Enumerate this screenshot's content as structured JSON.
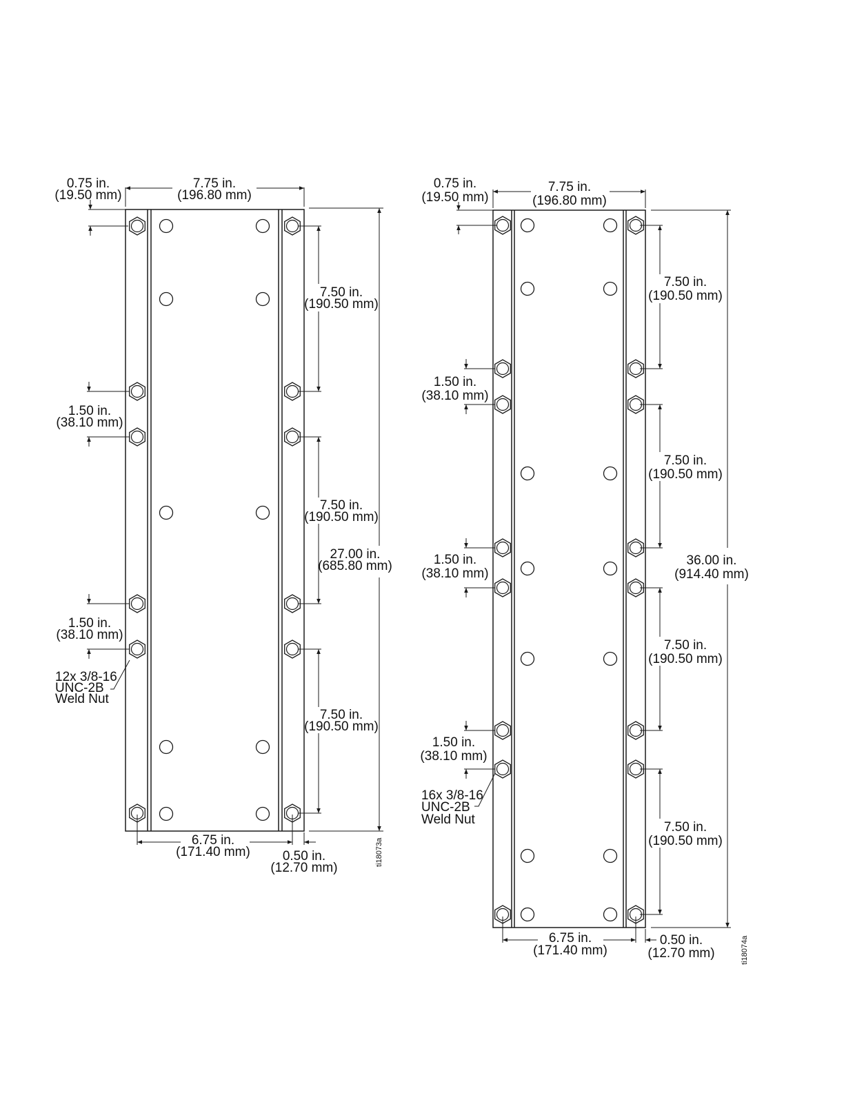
{
  "colors": {
    "ink": "#1a1a1a",
    "background": "#ffffff"
  },
  "figures": [
    {
      "id": "ti18073a",
      "figure_id": "ti18073a",
      "width": {
        "in": "7.75 in.",
        "mm": "(196.80 mm)"
      },
      "edge": {
        "in": "0.75 in.",
        "mm": "(19.50 mm)"
      },
      "height": {
        "in": "27.00 in.",
        "mm": "(685.80 mm)"
      },
      "spacing": [
        {
          "in": "7.50 in.",
          "mm": "(190.50 mm)"
        },
        {
          "in": "7.50 in.",
          "mm": "(190.50 mm)"
        },
        {
          "in": "7.50 in.",
          "mm": "(190.50 mm)"
        }
      ],
      "gaps": [
        {
          "in": "1.50 in.",
          "mm": "(38.10 mm)"
        },
        {
          "in": "1.50 in.",
          "mm": "(38.10 mm)"
        }
      ],
      "weld_nut": [
        "12x 3/8-16",
        "UNC-2B",
        "Weld Nut"
      ],
      "bottom_width": {
        "in": "6.75 in.",
        "mm": "(171.40 mm)"
      },
      "bottom_offset": {
        "in": "0.50 in.",
        "mm": "(12.70 mm)"
      }
    },
    {
      "id": "ti18074a",
      "figure_id": "ti18074a",
      "width": {
        "in": "7.75 in.",
        "mm": "(196.80 mm)"
      },
      "edge": {
        "in": "0.75 in.",
        "mm": "(19.50 mm)"
      },
      "height": {
        "in": "36.00 in.",
        "mm": "(914.40 mm)"
      },
      "spacing": [
        {
          "in": "7.50 in.",
          "mm": "(190.50 mm)"
        },
        {
          "in": "7.50 in.",
          "mm": "(190.50 mm)"
        },
        {
          "in": "7.50 in.",
          "mm": "(190.50 mm)"
        },
        {
          "in": "7.50 in.",
          "mm": "(190.50 mm)"
        }
      ],
      "gaps": [
        {
          "in": "1.50 in.",
          "mm": "(38.10 mm)"
        },
        {
          "in": "1.50 in.",
          "mm": "(38.10 mm)"
        },
        {
          "in": "1.50 in.",
          "mm": "(38.10 mm)"
        }
      ],
      "weld_nut": [
        "16x 3/8-16",
        "UNC-2B",
        "Weld Nut"
      ],
      "bottom_width": {
        "in": "6.75 in.",
        "mm": "(171.40 mm)"
      },
      "bottom_offset": {
        "in": "0.50 in.",
        "mm": "(12.70 mm)"
      }
    }
  ]
}
